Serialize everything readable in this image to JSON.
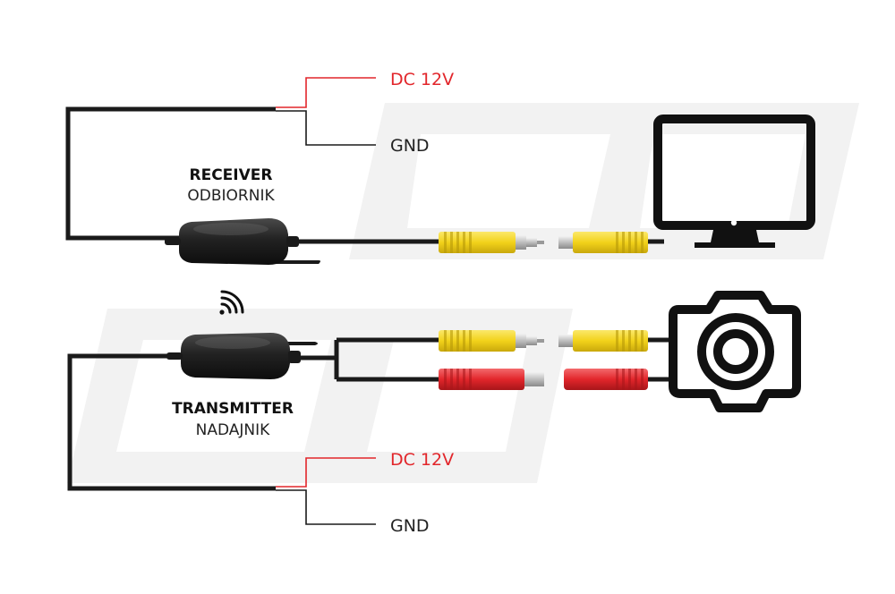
{
  "receiver": {
    "title": "RECEIVER",
    "subtitle": "ODBIORNIK"
  },
  "transmitter": {
    "title": "TRANSMITTER",
    "subtitle": "NADAJNIK"
  },
  "receiver_power": {
    "positive": "DC 12V",
    "ground": "GND"
  },
  "transmitter_power": {
    "positive": "DC 12V",
    "ground": "GND"
  },
  "icons": {
    "display": "monitor-icon",
    "camera": "camera-icon",
    "signal": "wireless-signal-icon"
  },
  "colors": {
    "cable": "#1a1a1a",
    "positive_wire": "#e2262b",
    "rca_yellow": "#f2d21a",
    "dc_red": "#e2262b",
    "metal": "#c9c9c9"
  }
}
